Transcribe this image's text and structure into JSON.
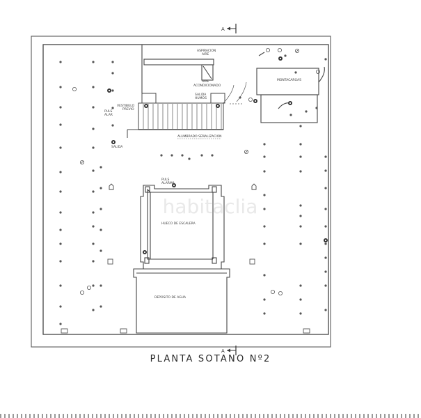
{
  "labels": {
    "section_top": "A",
    "section_bottom": "A",
    "aspiracion": "ASPIRACION",
    "aire_1": "AIRE",
    "aire_acond": "AIRE",
    "acondicionado": "ACONDICIONADO",
    "salida_humos_1": "SALIDA",
    "salida_humos_2": "HUMOS",
    "montacargas": "MONTACARGAS",
    "vestibulo_1": "VESTIBULO",
    "vestibulo_2": "PREVIO",
    "pulsador_1": "PULS",
    "pulsador_2": "ALAR",
    "salida": "SALIDA",
    "alumbrado": "ALUMBRADO SEÑALIZACION",
    "pulsador_hueco_1": "PULS",
    "pulsador_hueco_2": "ALARMA",
    "hueco_escalera": "HUECO DE ESCALERA",
    "deposito_agua": "DEPOSITO DE AGUA"
  },
  "title": "PLANTA  SOTANO  Nº2",
  "watermark": "habitaclia",
  "colors": {
    "line": "#3a3a3a",
    "fixture": "#555555",
    "watermark": "#e9e9e9"
  }
}
